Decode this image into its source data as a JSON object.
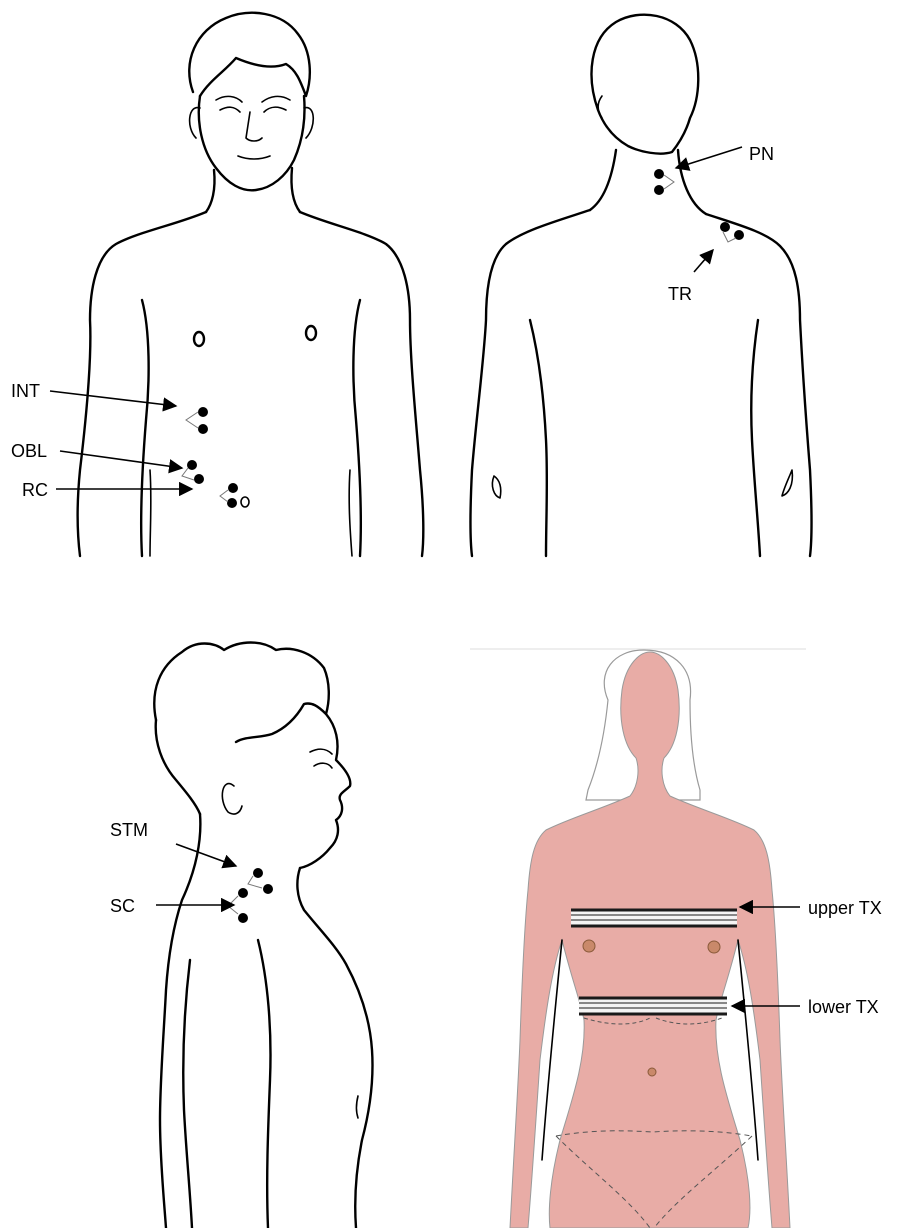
{
  "figures": {
    "front": {
      "labels": {
        "int": "INT",
        "obl": "OBL",
        "rc": "RC"
      }
    },
    "back": {
      "labels": {
        "pn": "PN",
        "tr": "TR"
      }
    },
    "side": {
      "labels": {
        "stm": "STM",
        "sc": "SC"
      }
    },
    "female": {
      "labels": {
        "upper_tx": "upper TX",
        "lower_tx": "lower TX"
      }
    }
  },
  "colors": {
    "skin": "#e8aca6",
    "skin_shadow": "#d9958e",
    "hair_outline": "#9a9a9a",
    "band_dark": "#1a1a1a",
    "band_light": "#f4f4f4",
    "nipple": "#c9896a",
    "line": "#000000"
  }
}
